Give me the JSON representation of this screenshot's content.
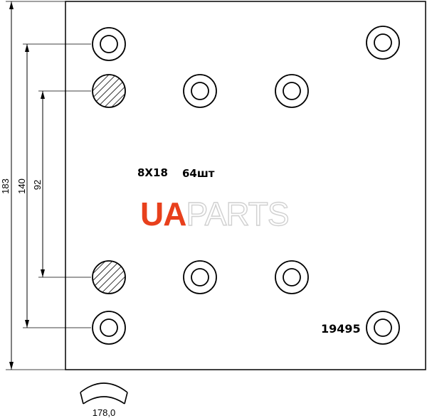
{
  "dimensions": {
    "height_total": "183",
    "hole_span_outer": "140",
    "hole_span_inner": "92",
    "arc_radius": "178,0"
  },
  "spec": {
    "rivet": "8X18",
    "quantity": "64шт"
  },
  "part_number": "19495",
  "logo": {
    "part1": "UA",
    "part2": "PARTS",
    "color1": "#e8401c",
    "color2": "#d8d8d8"
  },
  "colors": {
    "line": "#000000",
    "background": "#ffffff"
  }
}
